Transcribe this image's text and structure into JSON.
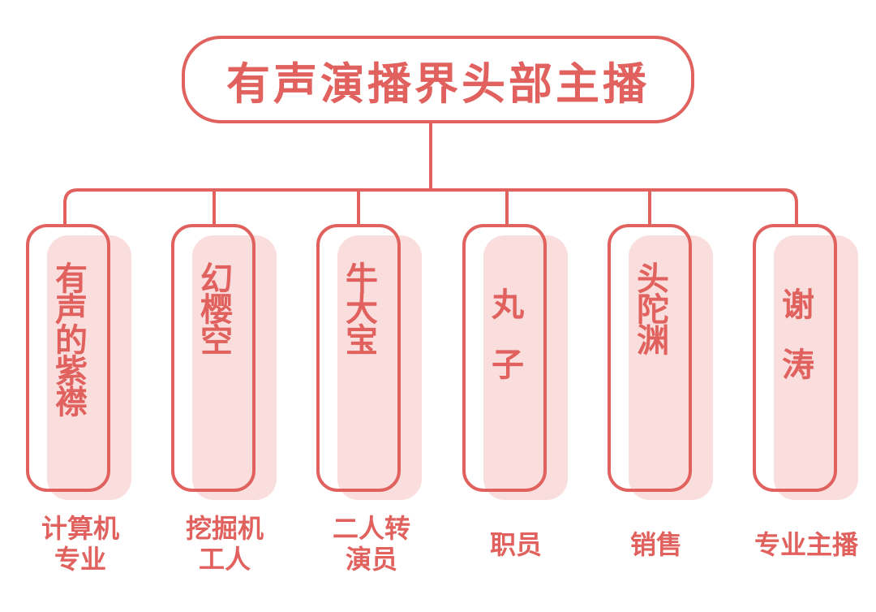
{
  "title": "有声演播界头部主播",
  "colors": {
    "accent": "#e0615d",
    "highlight": "#f9dedd"
  },
  "anchors": [
    {
      "name": "有声的紫襟",
      "role": "计算机\n专业"
    },
    {
      "name": "幻樱空",
      "role": "挖掘机\n工人"
    },
    {
      "name": "牛大宝",
      "role": "二人转\n演员"
    },
    {
      "name": "丸子",
      "role": "职员"
    },
    {
      "name": "头陀渊",
      "role": "销售"
    },
    {
      "name": "谢涛",
      "role": "专业主播"
    }
  ]
}
